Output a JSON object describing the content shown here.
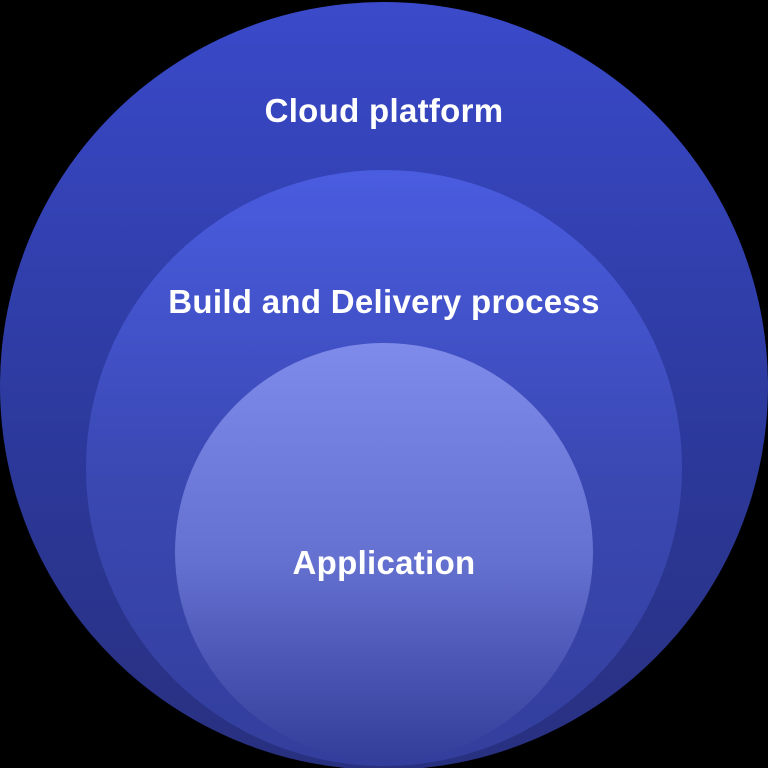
{
  "diagram": {
    "type": "nested-circles",
    "background_color": "#000000",
    "label_text_color": "#ffffff",
    "layers": [
      {
        "label": "Cloud platform",
        "gradient_top": "#3a4aca",
        "gradient_mid": "#2d3a9f",
        "gradient_bottom": "#28307f"
      },
      {
        "label": "Build and Delivery process",
        "gradient_top": "#4a5ce0",
        "gradient_mid": "#3a48b2",
        "gradient_bottom": "#333e9c"
      },
      {
        "label": "Application",
        "gradient_top": "#7f8bea",
        "gradient_mid": "#6571d0",
        "gradient_bottom": "#333e9a"
      }
    ]
  }
}
